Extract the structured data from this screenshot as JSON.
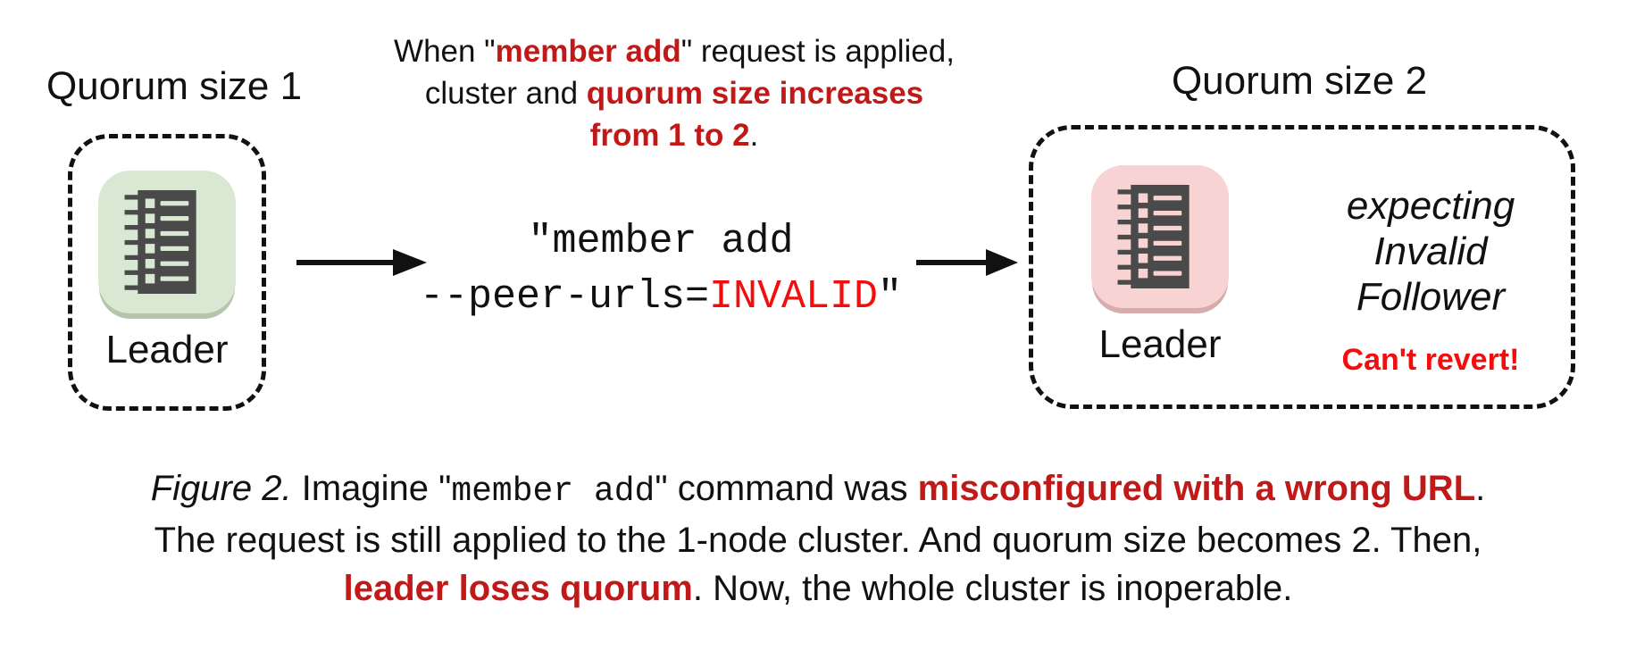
{
  "left": {
    "title": "Quorum size 1",
    "node_label": "Leader"
  },
  "note": {
    "l1a": "When \"",
    "l1b": "member add",
    "l1c": "\" request is applied,",
    "l2a": "cluster and ",
    "l2b": "quorum size increases",
    "l3a": "from 1 to 2",
    "l3b": "."
  },
  "command": {
    "line1": "\"member add",
    "l2a": "--peer-urls=",
    "l2b": "INVALID",
    "l2c": "\""
  },
  "right": {
    "title": "Quorum size 2",
    "node_label": "Leader",
    "expect1": "expecting",
    "expect2": "Invalid",
    "expect3": "Follower",
    "warning": "Can't revert!"
  },
  "caption": {
    "l1a": "Figure 2.",
    "l1b": " Imagine \"",
    "l1c": "member add",
    "l1d": "\" command was ",
    "l1e": "misconfigured with a wrong URL",
    "l1f": ".",
    "l2": "The request is still applied to the 1-node cluster. And quorum size becomes 2. Then,",
    "l3a": "leader loses quorum",
    "l3b": ". Now, the whole cluster is inoperable."
  },
  "icons": {
    "node": "server-rack-icon",
    "arrow": "right-arrow-icon"
  },
  "colors": {
    "emphasis_red": "#c11818",
    "alert_red": "#f30d0d",
    "node_green": "#d9e8d2",
    "node_pink": "#f8d3d3",
    "server_gray": "#4a4a4a",
    "line_black": "#111111"
  }
}
